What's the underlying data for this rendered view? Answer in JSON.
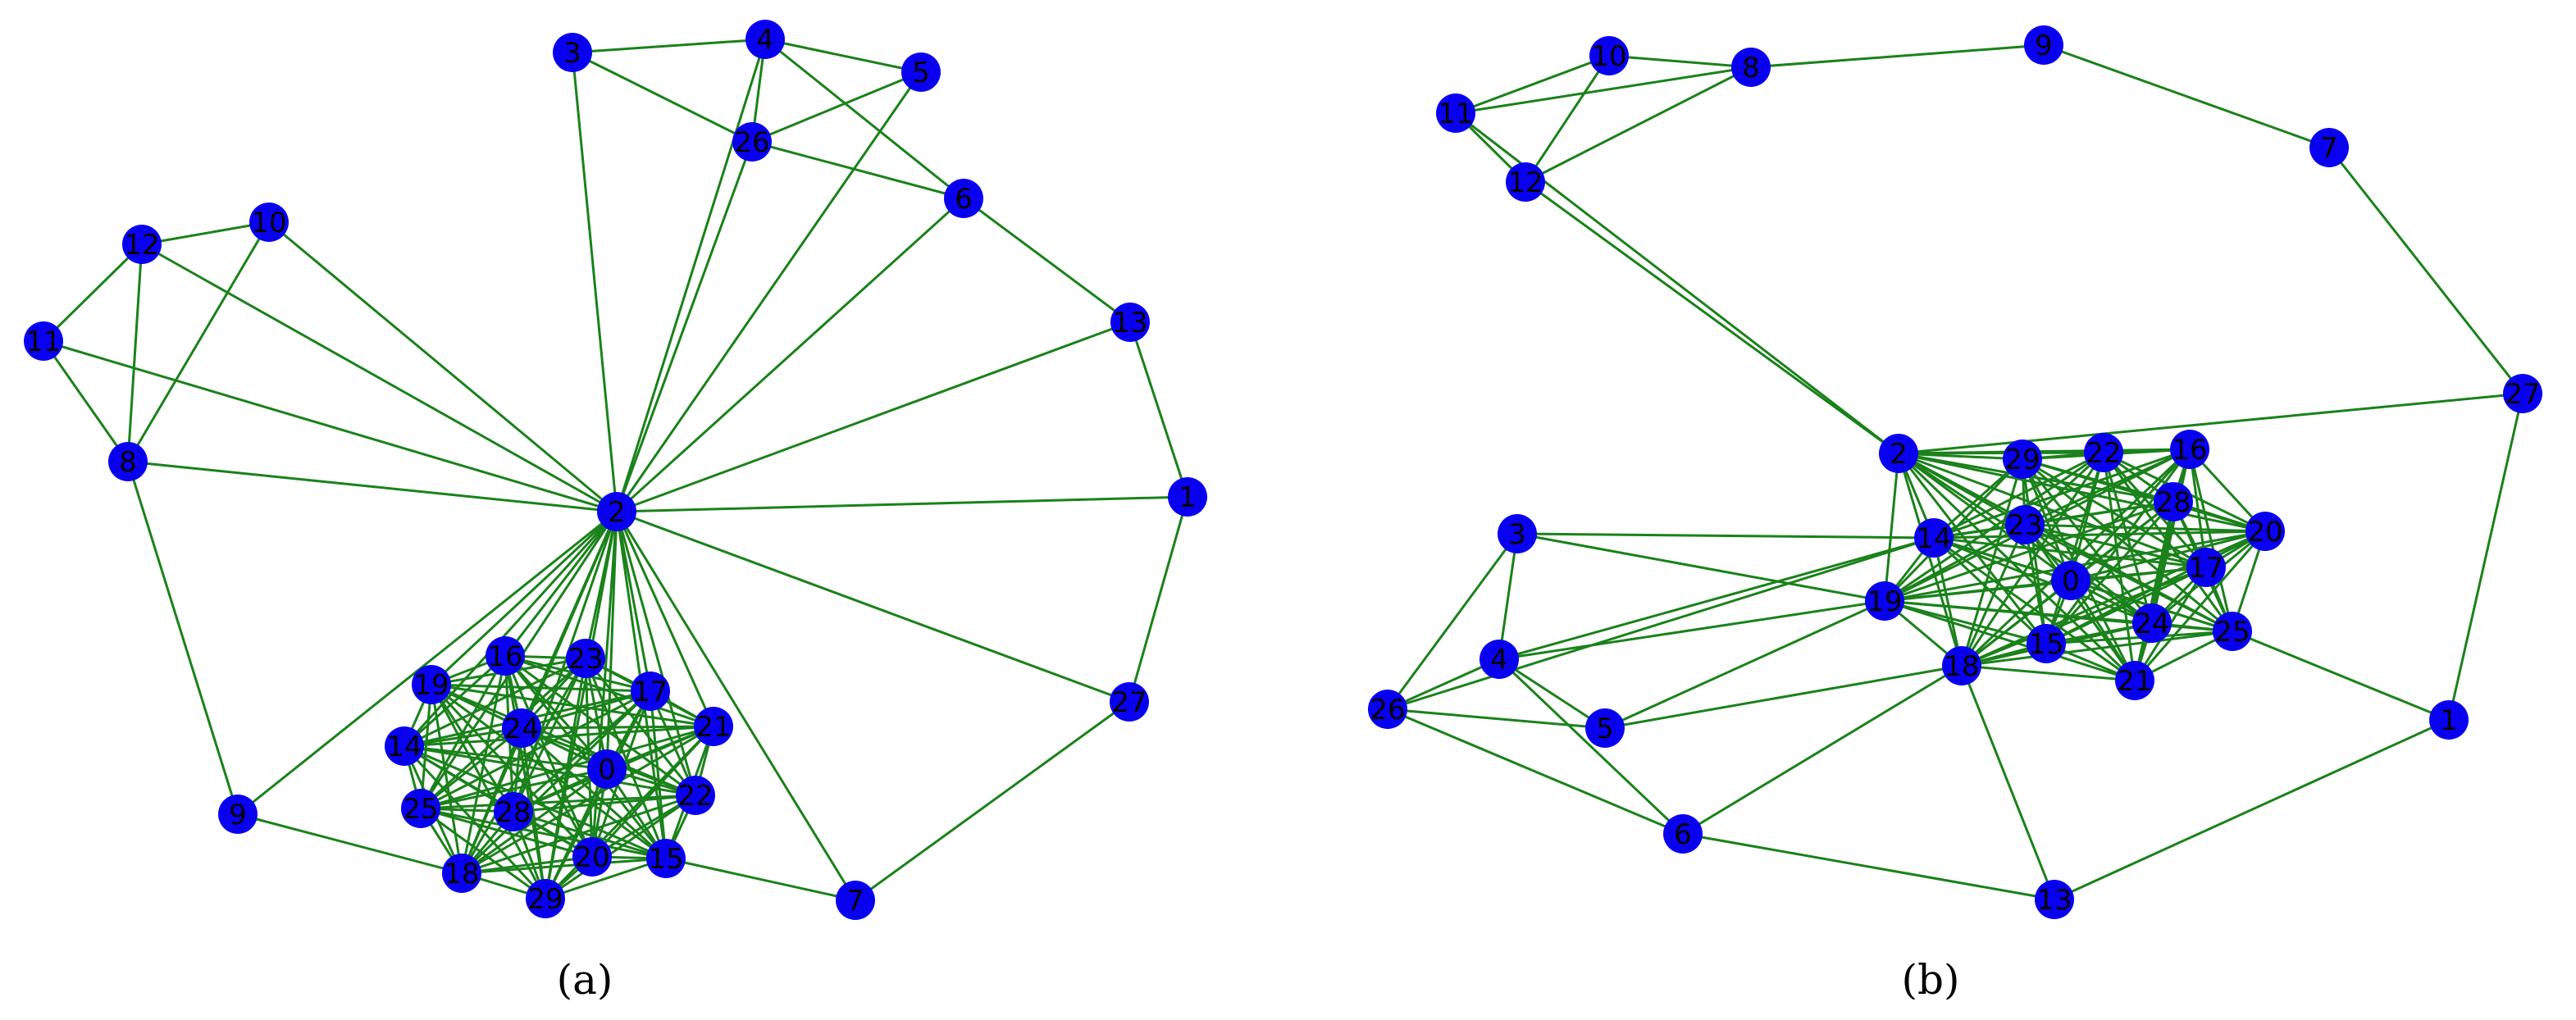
{
  "colors": {
    "node": "#0a00f0",
    "edge": "#1a821a",
    "background": "#ffffff",
    "label": "#000000"
  },
  "panels": [
    {
      "caption": "(a)",
      "nodes": [
        {
          "id": "0"
        },
        {
          "id": "1"
        },
        {
          "id": "2"
        },
        {
          "id": "3"
        },
        {
          "id": "4"
        },
        {
          "id": "5"
        },
        {
          "id": "6"
        },
        {
          "id": "7"
        },
        {
          "id": "8"
        },
        {
          "id": "9"
        },
        {
          "id": "10"
        },
        {
          "id": "11"
        },
        {
          "id": "12"
        },
        {
          "id": "13"
        },
        {
          "id": "14"
        },
        {
          "id": "15"
        },
        {
          "id": "16"
        },
        {
          "id": "17"
        },
        {
          "id": "18"
        },
        {
          "id": "19"
        },
        {
          "id": "20"
        },
        {
          "id": "21"
        },
        {
          "id": "22"
        },
        {
          "id": "23"
        },
        {
          "id": "24"
        },
        {
          "id": "25"
        },
        {
          "id": "26"
        },
        {
          "id": "27"
        },
        {
          "id": "28"
        },
        {
          "id": "29"
        }
      ]
    },
    {
      "caption": "(b)",
      "nodes": [
        {
          "id": "0"
        },
        {
          "id": "1"
        },
        {
          "id": "2"
        },
        {
          "id": "3"
        },
        {
          "id": "4"
        },
        {
          "id": "5"
        },
        {
          "id": "6"
        },
        {
          "id": "7"
        },
        {
          "id": "8"
        },
        {
          "id": "9"
        },
        {
          "id": "10"
        },
        {
          "id": "11"
        },
        {
          "id": "12"
        },
        {
          "id": "13"
        },
        {
          "id": "14"
        },
        {
          "id": "15"
        },
        {
          "id": "16"
        },
        {
          "id": "17"
        },
        {
          "id": "18"
        },
        {
          "id": "19"
        },
        {
          "id": "20"
        },
        {
          "id": "21"
        },
        {
          "id": "22"
        },
        {
          "id": "23"
        },
        {
          "id": "24"
        },
        {
          "id": "25"
        },
        {
          "id": "26"
        },
        {
          "id": "27"
        },
        {
          "id": "28"
        },
        {
          "id": "29"
        }
      ]
    }
  ],
  "edges": [
    [
      "2",
      "3"
    ],
    [
      "2",
      "4"
    ],
    [
      "2",
      "26"
    ],
    [
      "2",
      "5"
    ],
    [
      "2",
      "6"
    ],
    [
      "2",
      "10"
    ],
    [
      "2",
      "12"
    ],
    [
      "2",
      "11"
    ],
    [
      "2",
      "8"
    ],
    [
      "2",
      "13"
    ],
    [
      "2",
      "1"
    ],
    [
      "2",
      "27"
    ],
    [
      "2",
      "7"
    ],
    [
      "2",
      "9"
    ],
    [
      "3",
      "4"
    ],
    [
      "3",
      "26"
    ],
    [
      "4",
      "5"
    ],
    [
      "4",
      "6"
    ],
    [
      "4",
      "26"
    ],
    [
      "5",
      "26"
    ],
    [
      "26",
      "6"
    ],
    [
      "6",
      "13"
    ],
    [
      "13",
      "1"
    ],
    [
      "1",
      "27"
    ],
    [
      "27",
      "7"
    ],
    [
      "7",
      "15"
    ],
    [
      "12",
      "10"
    ],
    [
      "12",
      "11"
    ],
    [
      "12",
      "8"
    ],
    [
      "11",
      "8"
    ],
    [
      "10",
      "8"
    ],
    [
      "8",
      "9"
    ],
    [
      "9",
      "18"
    ]
  ],
  "cluster": [
    "0",
    "14",
    "15",
    "16",
    "17",
    "18",
    "19",
    "20",
    "21",
    "22",
    "23",
    "24",
    "25",
    "28",
    "29"
  ]
}
